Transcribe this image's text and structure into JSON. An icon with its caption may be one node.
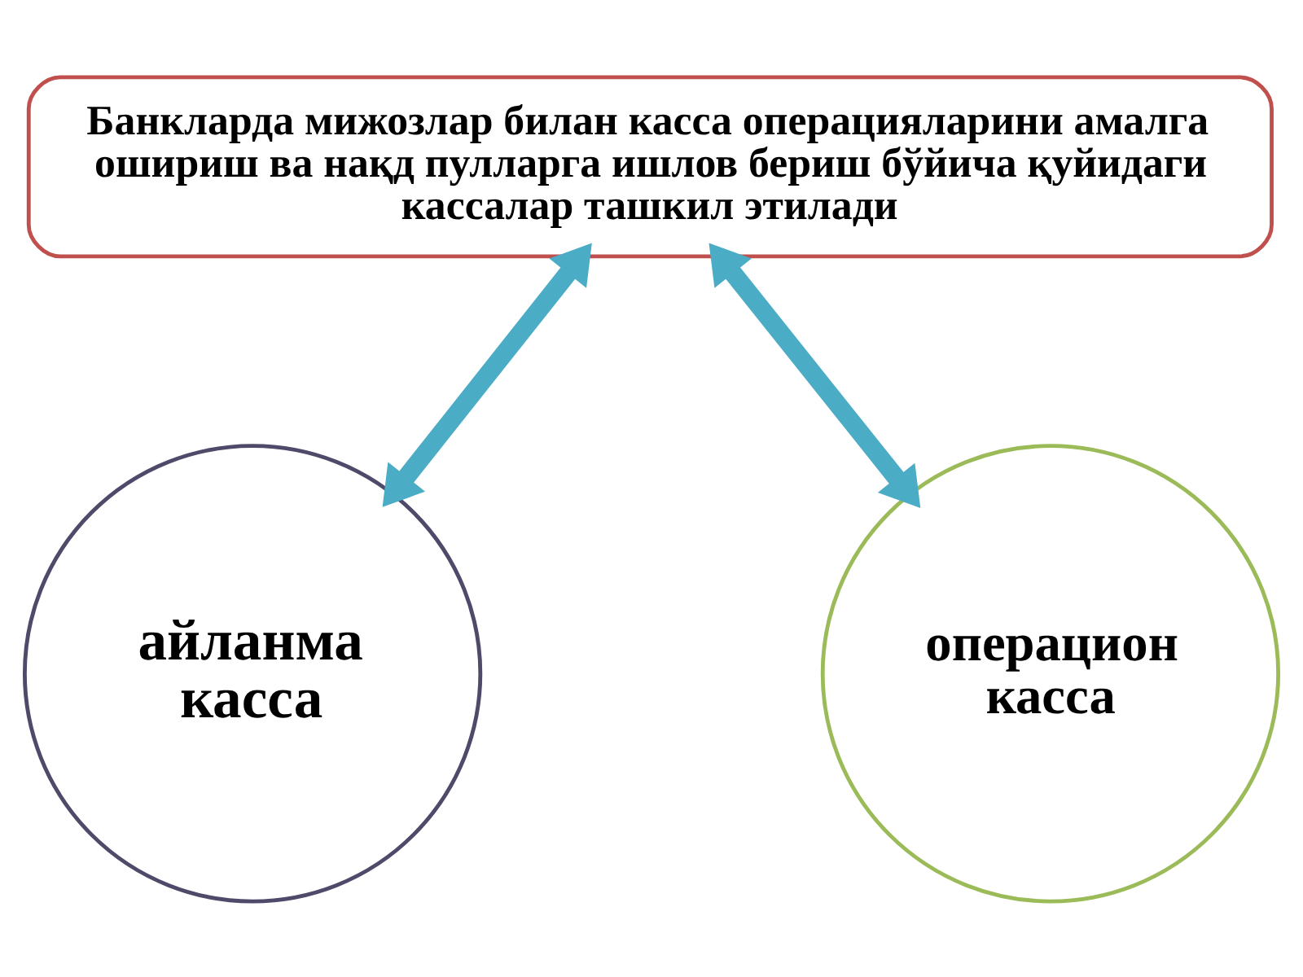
{
  "diagram": {
    "nodes": [
      {
        "text": [
          "Банкларда мижозлар билан касса операцияларини амалга ошириш ва нақд пулларга ишлов бериш бўйича қуйидаги кассалар ташкил этилади"
        ]
      },
      {
        "text": [
          "айланма касса"
        ]
      },
      {
        "text": [
          "операцион касса"
        ]
      }
    ],
    "edges": [
      {
        "from": 0,
        "to": 1,
        "arrow": "both"
      },
      {
        "from": 0,
        "to": 2,
        "arrow": "both"
      }
    ]
  }
}
